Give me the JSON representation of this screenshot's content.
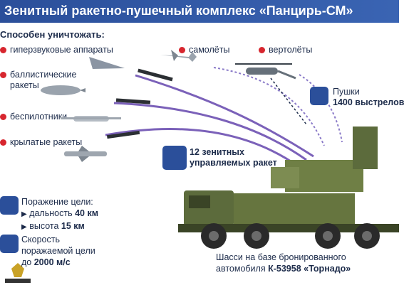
{
  "title": "Зенитный ракетно-пушечный комплекс «Панцирь-СМ»",
  "can_destroy_heading": "Способен уничтожать:",
  "targets_left": [
    "гиперзвуковые аппараты",
    "баллистические ракеты",
    "беспилотники",
    "крылатые ракеты"
  ],
  "targets_top": [
    "самолёты",
    "вертолёты"
  ],
  "engagement": {
    "label": "Поражение цели:",
    "range_label": "дальность",
    "range_value": "40 км",
    "altitude_label": "высота",
    "altitude_value": "15 км"
  },
  "speed": {
    "label_line1": "Скорость",
    "label_line2": "поражаемой цели",
    "prefix": "до",
    "value": "2000 м/с"
  },
  "missiles_callout": {
    "line1": "12 зенитных",
    "line2": "управляемых ракет"
  },
  "guns_callout": {
    "line1": "Пушки",
    "line2": "1400 выстрелов"
  },
  "chassis": {
    "line1": "Шасси на базе бронированного",
    "line2_prefix": "автомобиля",
    "line2_value": "К-53958 «Торнадо»"
  },
  "colors": {
    "title_bg": "#2b4f9a",
    "accent_red": "#d7262e",
    "text_dark": "#1c2b4a",
    "trail_purple": "#5a3aa8",
    "vehicle_green": "#5c6b3c"
  }
}
